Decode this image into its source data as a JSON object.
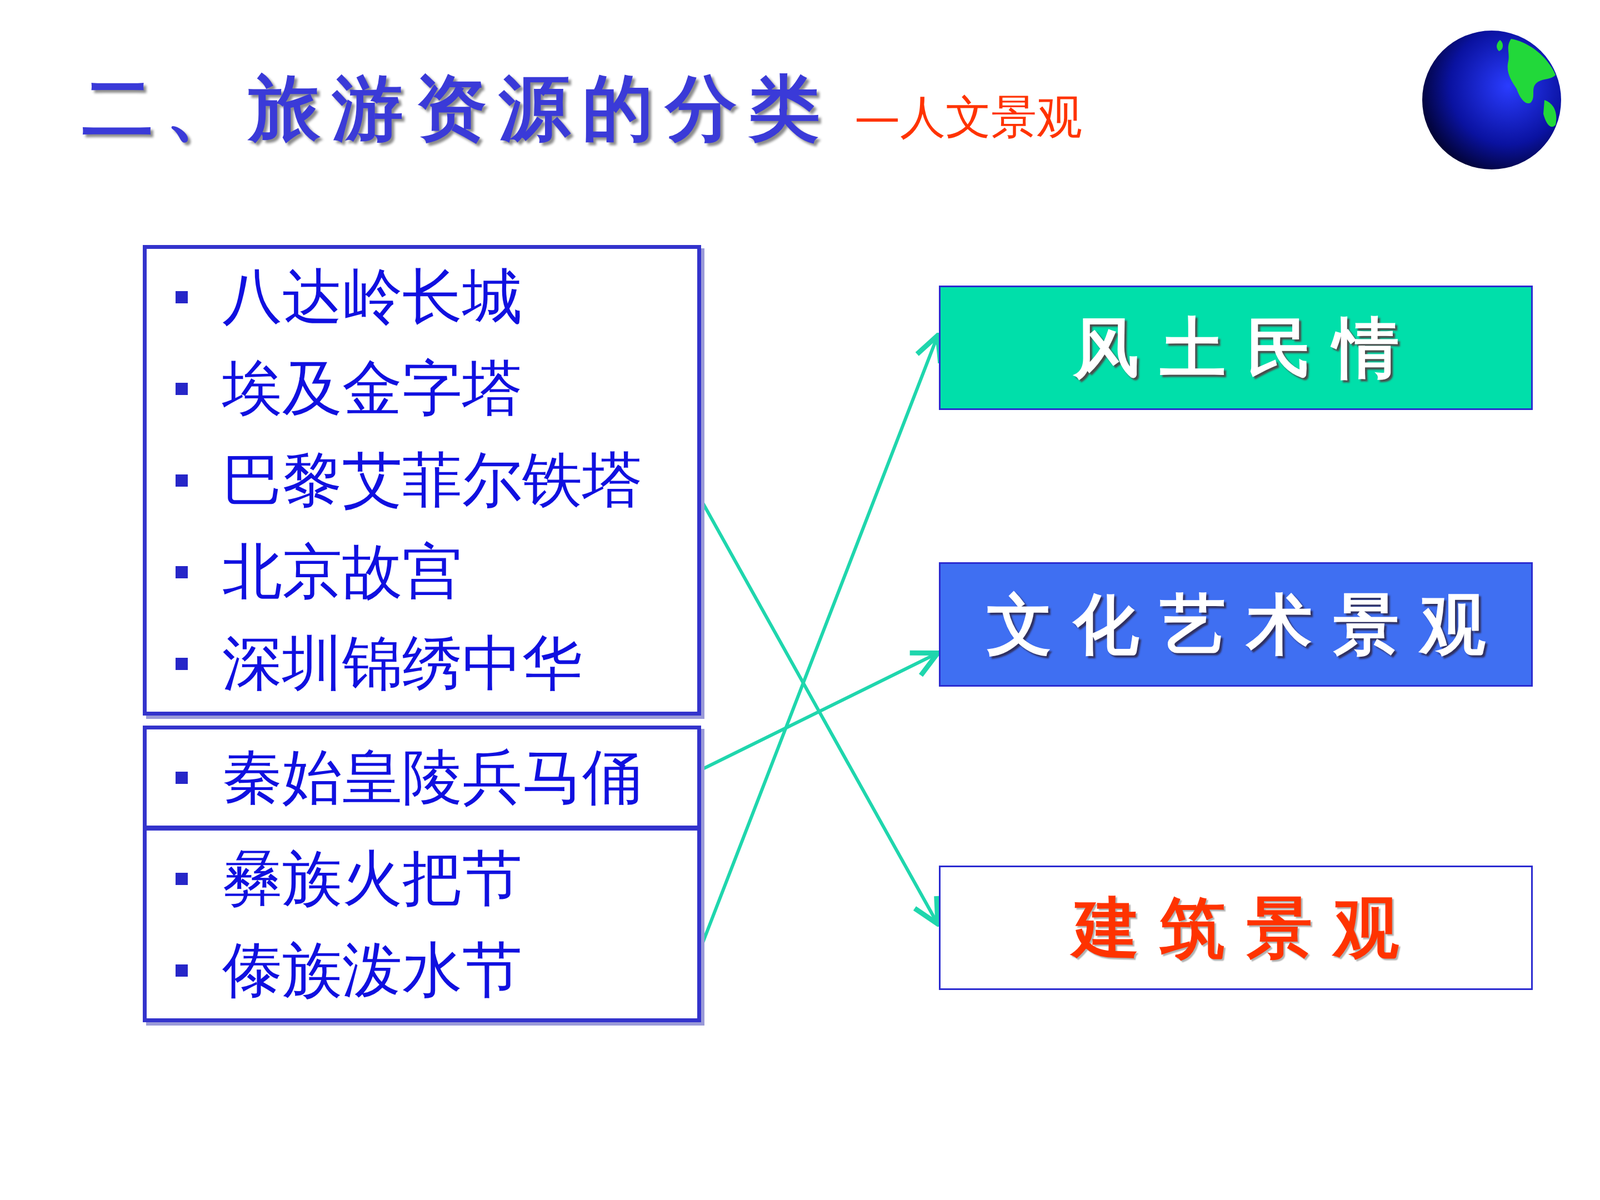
{
  "diagram": {
    "title": "二、旅游资源的分类",
    "nodes": [
      {
        "text": [
          "八达岭长城",
          "埃及金字塔",
          "巴黎艾菲尔铁塔",
          "北京故宫",
          "深圳锦绣中华"
        ]
      },
      {
        "text": [
          "秦始皇陵兵马俑"
        ]
      },
      {
        "text": [
          "彝族火把节",
          "傣族泼水节"
        ]
      },
      {
        "text": [
          "风土民情"
        ]
      },
      {
        "text": [
          "文化艺术景观"
        ]
      },
      {
        "text": [
          "建筑景观"
        ]
      }
    ],
    "edges": [
      {
        "from": 0,
        "to": 5,
        "arrow": "to"
      },
      {
        "from": 1,
        "to": 4,
        "arrow": "to"
      },
      {
        "from": 2,
        "to": 3,
        "arrow": "to"
      }
    ],
    "labels": [
      "—人文景观"
    ]
  }
}
